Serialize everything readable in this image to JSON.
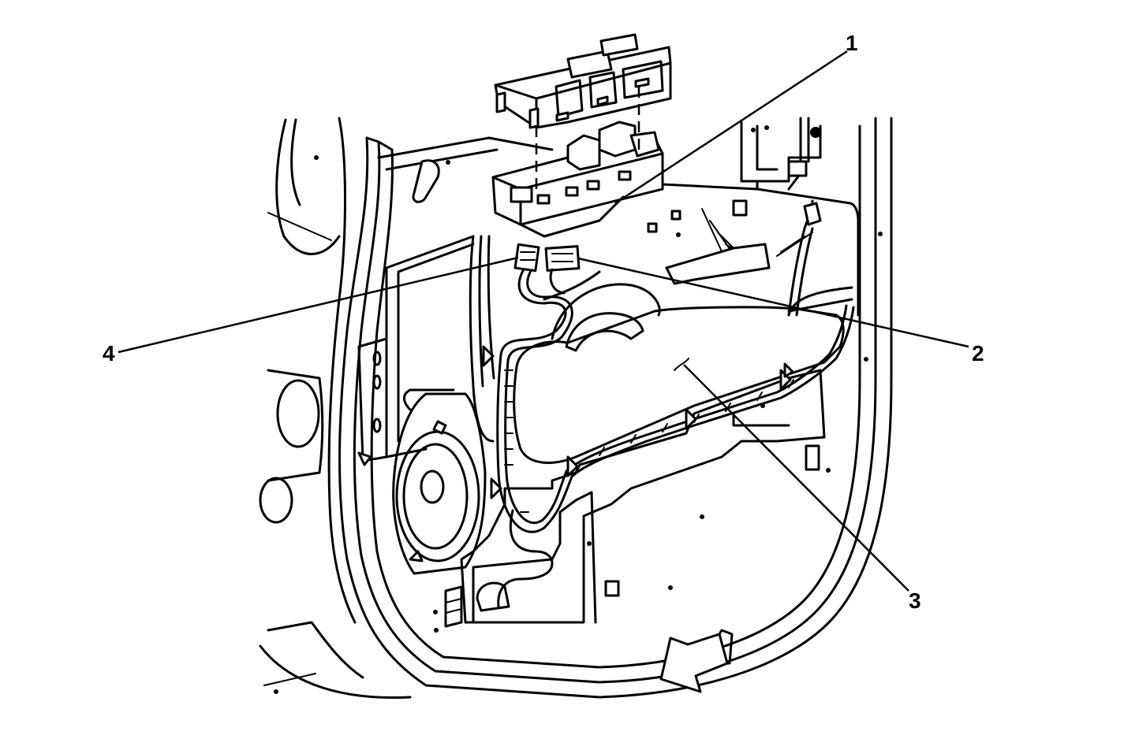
{
  "callouts": [
    {
      "id": "1",
      "label": "1"
    },
    {
      "id": "2",
      "label": "2"
    },
    {
      "id": "3",
      "label": "3"
    },
    {
      "id": "4",
      "label": "4"
    }
  ],
  "colors": {
    "line": "#000000",
    "background": "#ffffff"
  },
  "icons": {
    "direction_arrow": "forward-arrow-icon"
  }
}
